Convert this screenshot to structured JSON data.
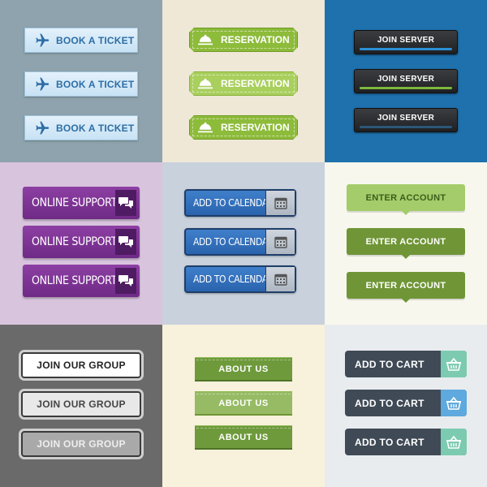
{
  "panels": {
    "ticket": {
      "buttons": [
        "BOOK A TICKET",
        "BOOK A TICKET",
        "BOOK A TICKET"
      ],
      "icon": "airplane-icon",
      "accent": "#2d6ea6"
    },
    "reservation": {
      "buttons": [
        "RESERVATION",
        "RESERVATION",
        "RESERVATION"
      ],
      "icon": "cloche-icon",
      "accent": "#8dbb3a"
    },
    "server": {
      "buttons": [
        "JOIN SERVER",
        "JOIN SERVER",
        "JOIN SERVER"
      ],
      "accent": "#2b8fd6"
    },
    "support": {
      "buttons": [
        "ONLINE SUPPORT",
        "ONLINE SUPPORT",
        "ONLINE SUPPORT"
      ],
      "icon": "chat-bubbles-icon",
      "accent": "#7d3595"
    },
    "calendar": {
      "buttons": [
        "ADD TO CALENDAR",
        "ADD TO CALENDAR",
        "ADD TO CALENDAR"
      ],
      "icon": "calendar-icon",
      "accent": "#2f6cb6"
    },
    "account": {
      "buttons": [
        "ENTER ACCOUNT",
        "ENTER ACCOUNT",
        "ENTER ACCOUNT"
      ],
      "accent": "#a4cc6a"
    },
    "group": {
      "buttons": [
        "JOIN OUR GROUP",
        "JOIN OUR GROUP",
        "JOIN OUR GROUP"
      ]
    },
    "about": {
      "buttons": [
        "ABOUT US",
        "ABOUT US",
        "ABOUT US"
      ],
      "accent": "#6e9a3b"
    },
    "cart": {
      "buttons": [
        "ADD TO CART",
        "ADD TO CART",
        "ADD TO CART"
      ],
      "icon": "basket-icon",
      "accent": "#7ccbb0"
    }
  }
}
